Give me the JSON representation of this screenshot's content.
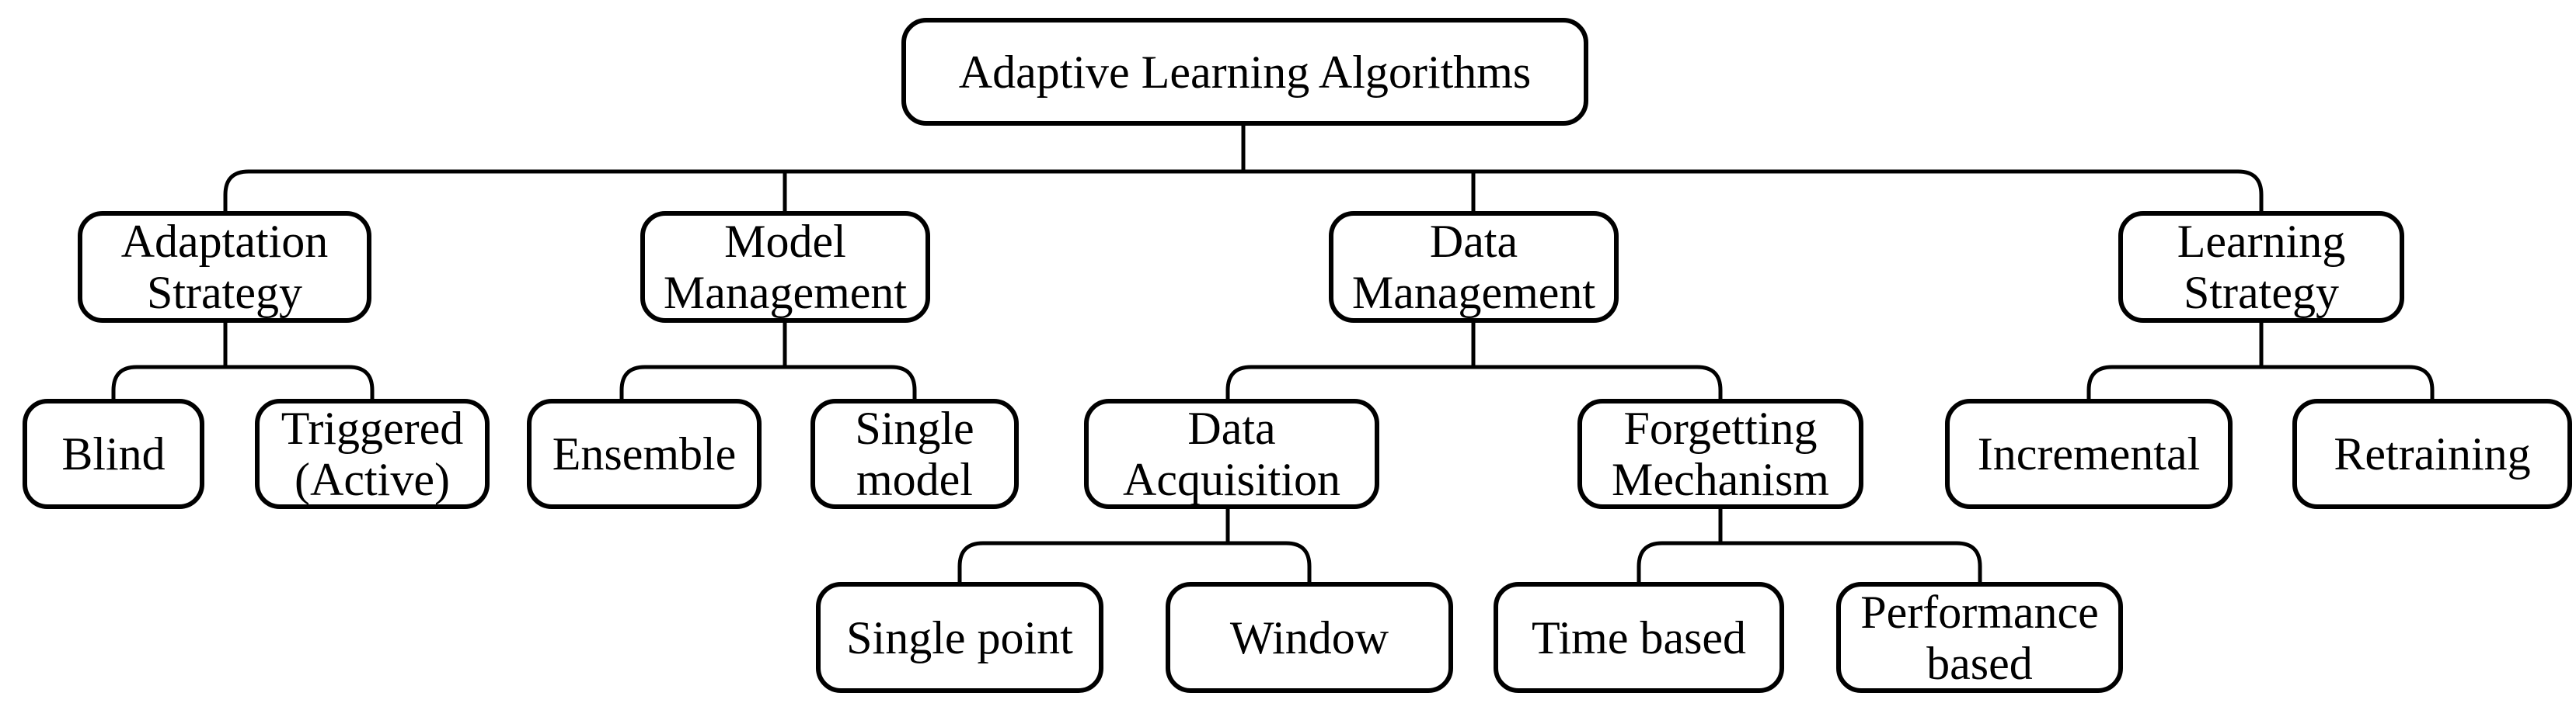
{
  "figure": {
    "type": "taxonomy-tree",
    "colors": {
      "line": "#000000",
      "box_border": "#000000",
      "box_fill": "#ffffff",
      "text": "#000000",
      "background": "#ffffff"
    },
    "tree": {
      "label": "Adaptive Learning Algorithms",
      "children": [
        {
          "label": "Adaptation\nStrategy",
          "children": [
            {
              "label": "Blind"
            },
            {
              "label": "Triggered\n(Active)"
            }
          ]
        },
        {
          "label": "Model\nManagement",
          "children": [
            {
              "label": "Ensemble"
            },
            {
              "label": "Single\nmodel"
            }
          ]
        },
        {
          "label": "Data\nManagement",
          "children": [
            {
              "label": "Data\nAcquisition",
              "children": [
                {
                  "label": "Single point"
                },
                {
                  "label": "Window"
                }
              ]
            },
            {
              "label": "Forgetting\nMechanism",
              "children": [
                {
                  "label": "Time based"
                },
                {
                  "label": "Performance\nbased"
                }
              ]
            }
          ]
        },
        {
          "label": "Learning\nStrategy",
          "children": [
            {
              "label": "Incremental"
            },
            {
              "label": "Retraining"
            }
          ]
        }
      ]
    }
  }
}
